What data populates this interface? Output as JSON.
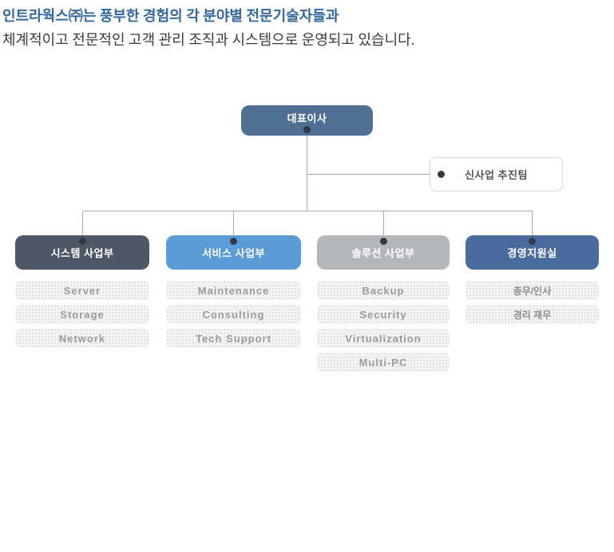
{
  "intro": {
    "line1": "인트라웍스㈜는 풍부한 경험의 각 분야별 전문기술자들과",
    "line2": "체계적이고 전문적인 고객 관리 조직과 시스템으로 운영되고 있습니다."
  },
  "org": {
    "ceo": {
      "label": "대표이사",
      "color": "#4f6f93"
    },
    "staff_team": {
      "label": "신사업 추진팀"
    },
    "departments": [
      {
        "label": "시스템 사업부",
        "color": "#4d5765",
        "items": [
          "Server",
          "Storage",
          "Network"
        ]
      },
      {
        "label": "서비스 사업부",
        "color": "#5b9cd7",
        "items": [
          "Maintenance",
          "Consulting",
          "Tech Support"
        ]
      },
      {
        "label": "솔루션 사업부",
        "color": "#b4b6b9",
        "items": [
          "Backup",
          "Security",
          "Virtualization",
          "Multi-PC"
        ]
      },
      {
        "label": "경영지원실",
        "color": "#4a6b9d",
        "items": [
          "총무/인사",
          "경리 재무"
        ]
      }
    ],
    "connector_color": "#a9a9a9",
    "dot_color": "#333a46"
  }
}
